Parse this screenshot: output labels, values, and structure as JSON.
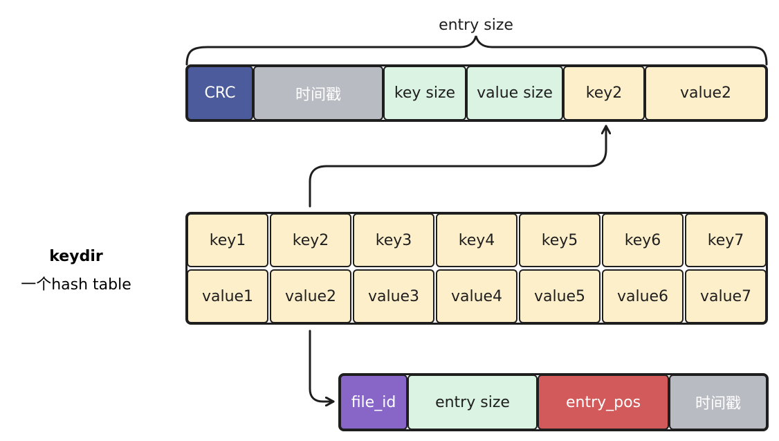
{
  "entry_size_label": "entry size",
  "entry_record": [
    {
      "label": "CRC",
      "color": "#4c5b9c"
    },
    {
      "label": "时间戳",
      "color": "#b8bcc2"
    },
    {
      "label": "key size",
      "color": "#dbf3e3"
    },
    {
      "label": "value size",
      "color": "#dbf3e3"
    },
    {
      "label": "key2",
      "color": "#fdefc9"
    },
    {
      "label": "value2",
      "color": "#fdefc9"
    }
  ],
  "keydir": {
    "title": "keydir",
    "subtitle": "一个hash table",
    "keys": [
      "key1",
      "key2",
      "key3",
      "key4",
      "key5",
      "key6",
      "key7"
    ],
    "values": [
      "value1",
      "value2",
      "value3",
      "value4",
      "value5",
      "value6",
      "value7"
    ],
    "cell_color": "#fdefc9"
  },
  "value_record": [
    {
      "label": "file_id",
      "color": "#8766c8"
    },
    {
      "label": "entry size",
      "color": "#dbf3e3"
    },
    {
      "label": "entry_pos",
      "color": "#d35a5a"
    },
    {
      "label": "时间戳",
      "color": "#b8bcc2"
    }
  ]
}
